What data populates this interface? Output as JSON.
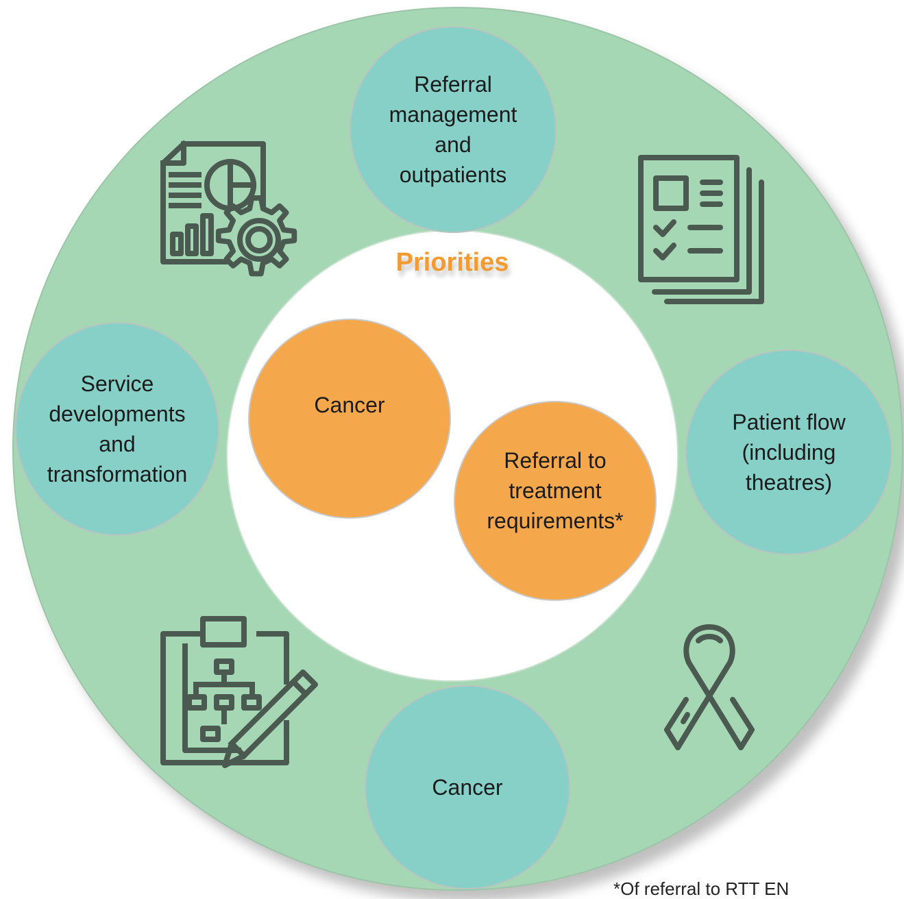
{
  "diagram": {
    "title": "Priorities",
    "priorities": [
      "Cancer",
      "Referral to\ntreatment\nrequirements*"
    ],
    "areas": {
      "top": "Referral\nmanagement\nand\noutpatients",
      "left": "Service\ndevelopments\nand\ntransformation",
      "right": "Patient flow\n(including\ntheatres)",
      "bottom": "Cancer"
    },
    "footnote": "*Of     referral to     RTT EN",
    "icons": [
      "report-chart-gear-icon",
      "checklist-documents-icon",
      "clipboard-flowchart-pencil-icon",
      "awareness-ribbon-icon"
    ],
    "colors": {
      "outer_ring": "#a6d7b4",
      "area_bubble": "#87d0c8",
      "priority_bubble": "#f5a74c",
      "title": "#f39a30",
      "icon_stroke": "#4a5a50"
    }
  }
}
